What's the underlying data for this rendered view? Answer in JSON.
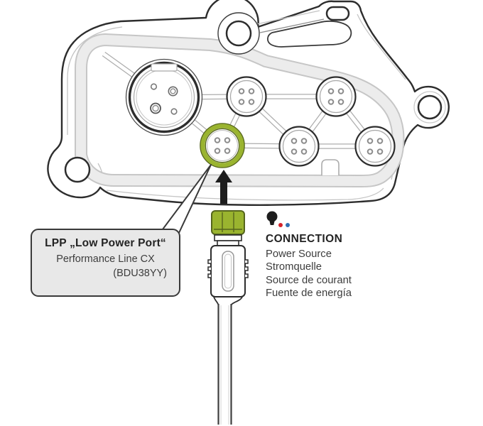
{
  "label_box": {
    "title": "LPP „Low Power Port“",
    "line2": "Performance Line CX",
    "line3": "(BDU38YY)"
  },
  "connection": {
    "title": "CONNECTION",
    "items": [
      "Power Source",
      "Stromquelle",
      "Source de courant",
      "Fuente de energía"
    ]
  },
  "diagram": {
    "highlighted_port": "LPP Low Power Port",
    "colors": {
      "accent_green": "#9ab42f",
      "accent_green_dark": "#55651d",
      "outline_dark": "#2d2d2d",
      "gasket_gray": "#ececec",
      "icon_black": "#1d1d1d",
      "icon_red": "#d5232b",
      "icon_blue": "#3070b3"
    }
  }
}
